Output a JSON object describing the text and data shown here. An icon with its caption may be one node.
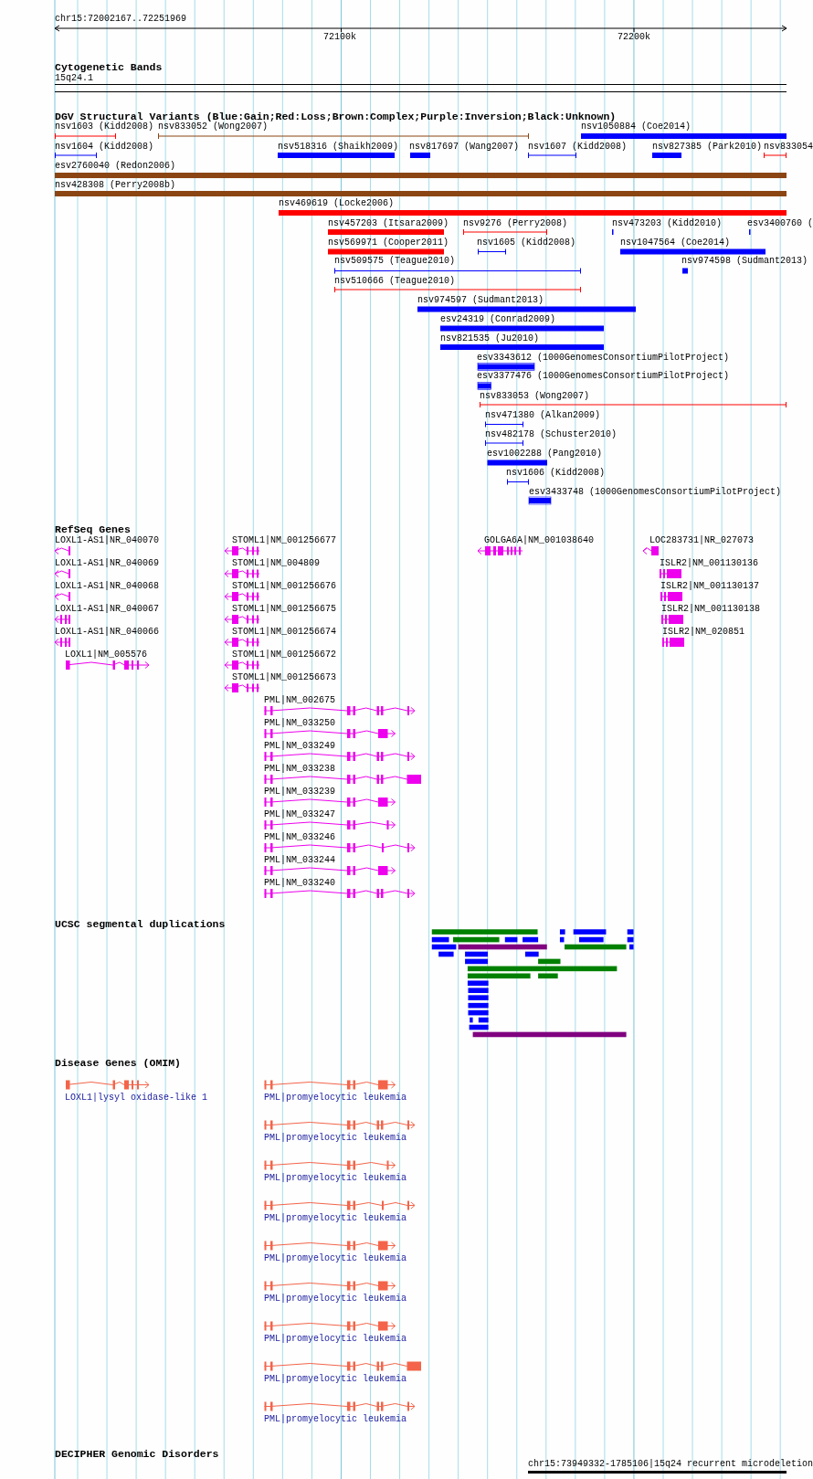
{
  "diagram": {
    "labels": [
      "chr15:72002167..72251969",
      "72100k",
      "72200k",
      "Cytogenetic Bands",
      "15q24.1",
      "DGV Structural Variants (Blue:Gain;Red:Loss;Brown:Complex;Purple:Inversion;Black:Unknown)",
      "nsv1603 (Kidd2008)",
      "nsv833052 (Wong2007)",
      "nsv1050884 (Coe2014)",
      "nsv1604 (Kidd2008)",
      "nsv518316 (Shaikh2009)",
      "nsv817697 (Wang2007)",
      "nsv1607 (Kidd2008)",
      "nsv827385 (Park2010)",
      "nsv833054",
      "esv2760040 (Redon2006)",
      "nsv428308 (Perry2008b)",
      "nsv469619 (Locke2006)",
      "nsv457203 (Itsara2009)",
      "nsv9276 (Perry2008)",
      "nsv473203 (Kidd2010)",
      "esv3400760 (",
      "nsv569971 (Cooper2011)",
      "nsv1605 (Kidd2008)",
      "nsv1047564 (Coe2014)",
      "nsv509575 (Teague2010)",
      "nsv974598 (Sudmant2013)",
      "nsv510666 (Teague2010)",
      "nsv974597 (Sudmant2013)",
      "esv24319 (Conrad2009)",
      "nsv821535 (Ju2010)",
      "esv3343612 (1000GenomesConsortiumPilotProject)",
      "esv3377476 (1000GenomesConsortiumPilotProject)",
      "nsv833053 (Wong2007)",
      "nsv471380 (Alkan2009)",
      "nsv482178 (Schuster2010)",
      "esv1002288 (Pang2010)",
      "nsv1606 (Kidd2008)",
      "esv3433748 (1000GenomesConsortiumPilotProject)",
      "RefSeq Genes",
      "LOXL1-AS1|NR_040070",
      "STOML1|NM_001256677",
      "GOLGA6A|NM_001038640",
      "LOC283731|NR_027073",
      "LOXL1-AS1|NR_040069",
      "STOML1|NM_004809",
      "ISLR2|NM_001130136",
      "LOXL1-AS1|NR_040068",
      "STOML1|NM_001256676",
      "ISLR2|NM_001130137",
      "LOXL1-AS1|NR_040067",
      "STOML1|NM_001256675",
      "ISLR2|NM_001130138",
      "LOXL1-AS1|NR_040066",
      "STOML1|NM_001256674",
      "ISLR2|NM_020851",
      "LOXL1|NM_005576",
      "STOML1|NM_001256672",
      "STOML1|NM_001256673",
      "PML|NM_002675",
      "PML|NM_033250",
      "PML|NM_033249",
      "PML|NM_033238",
      "PML|NM_033239",
      "PML|NM_033247",
      "PML|NM_033246",
      "PML|NM_033244",
      "PML|NM_033240",
      "UCSC segmental duplications",
      "Disease Genes (OMIM)",
      "LOXL1|lysyl oxidase-like 1",
      "PML|promyelocytic leukemia",
      "PML|promyelocytic leukemia",
      "PML|promyelocytic leukemia",
      "PML|promyelocytic leukemia",
      "PML|promyelocytic leukemia",
      "PML|promyelocytic leukemia",
      "PML|promyelocytic leukemia",
      "PML|promyelocytic leukemia",
      "PML|promyelocytic leukemia",
      "DECIPHER Genomic Disorders",
      "chr15:73949332-1785106|15q24 recurrent microdeletion"
    ]
  }
}
